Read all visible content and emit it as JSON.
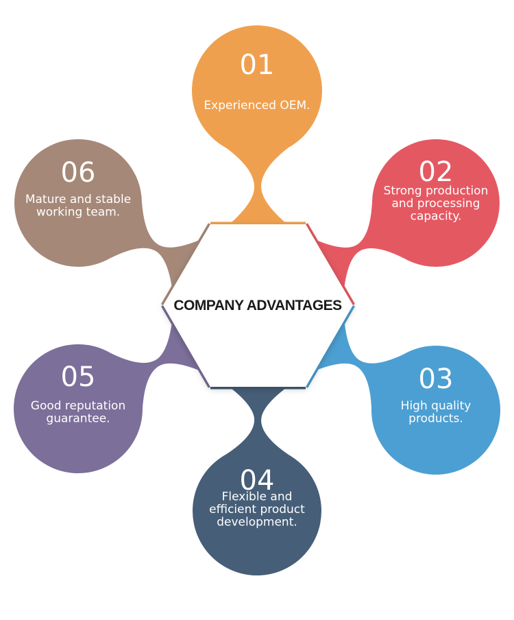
{
  "center": {
    "title": "COMPANY ADVANTAGES"
  },
  "advantages": [
    {
      "number": "01",
      "lines": [
        "Experienced OEM."
      ],
      "color": "#EFA04F"
    },
    {
      "number": "02",
      "lines": [
        "Strong production",
        "and processing",
        "capacity."
      ],
      "color": "#E45862"
    },
    {
      "number": "03",
      "lines": [
        "High quality",
        "products."
      ],
      "color": "#4C9FD2"
    },
    {
      "number": "04",
      "lines": [
        "Flexible and",
        "efficient product",
        "development."
      ],
      "color": "#465E77"
    },
    {
      "number": "05",
      "lines": [
        "Good reputation",
        "guarantee."
      ],
      "color": "#7C6F9A"
    },
    {
      "number": "06",
      "lines": [
        "Mature and stable",
        "working team."
      ],
      "color": "#A58878"
    }
  ]
}
